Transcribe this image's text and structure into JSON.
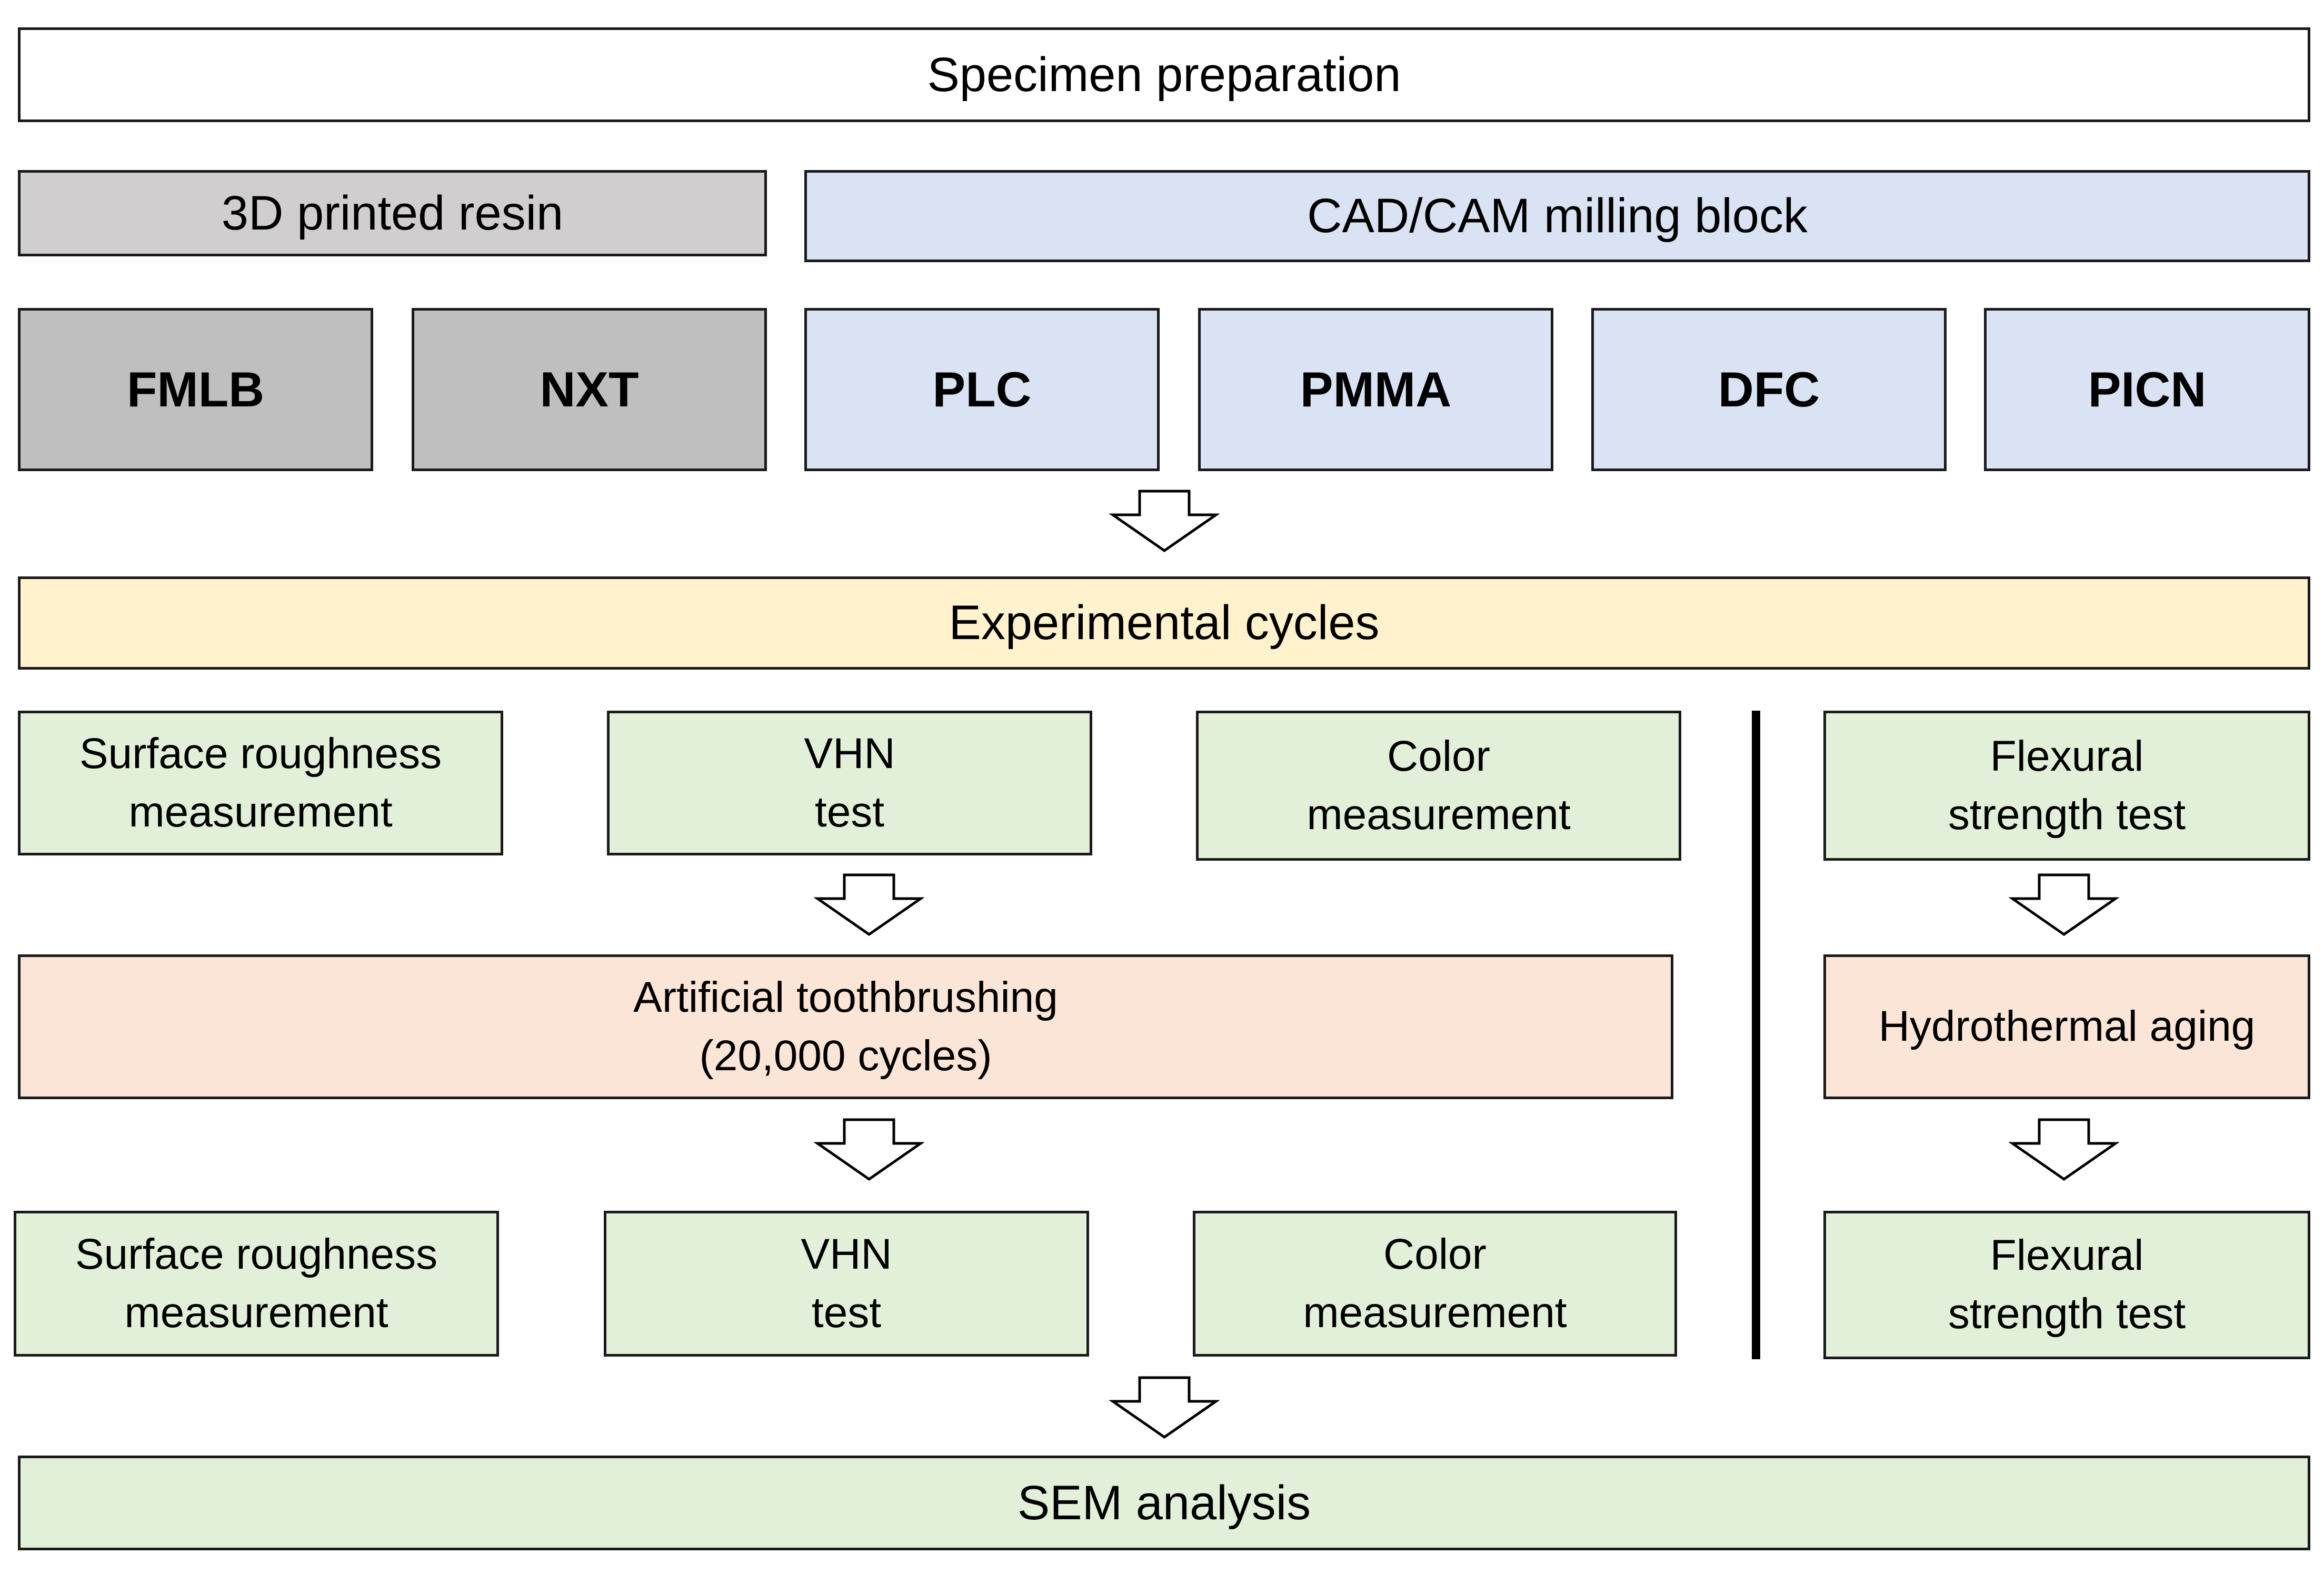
{
  "header": {
    "title": "Specimen preparation"
  },
  "groups": {
    "resin": "3D printed resin",
    "cadcam": "CAD/CAM milling block"
  },
  "materials": {
    "fmlb": "FMLB",
    "nxt": "NXT",
    "plc": "PLC",
    "pmma": "PMMA",
    "dfc": "DFC",
    "picn": "PICN"
  },
  "experimental": {
    "title": "Experimental cycles"
  },
  "pre_tests": {
    "roughness": "Surface roughness\nmeasurement",
    "vhn": "VHN\ntest",
    "color": "Color\nmeasurement",
    "flexural": "Flexural\nstrength test"
  },
  "treatments": {
    "brushing": "Artificial toothbrushing\n(20,000 cycles)",
    "aging": "Hydrothermal aging"
  },
  "post_tests": {
    "roughness": "Surface roughness\nmeasurement",
    "vhn": "VHN\ntest",
    "color": "Color\nmeasurement",
    "flexural": "Flexural\nstrength test"
  },
  "final": {
    "title": "SEM analysis"
  },
  "colors": {
    "resin_group": "#d0cece",
    "resin_material": "#bfbfbf",
    "cadcam": "#dae3f3",
    "experimental": "#fff2cc",
    "test": "#e2f0d9",
    "treatment": "#fbe5d6"
  },
  "icons": {
    "flow_arrow": "down-arrow-icon"
  }
}
